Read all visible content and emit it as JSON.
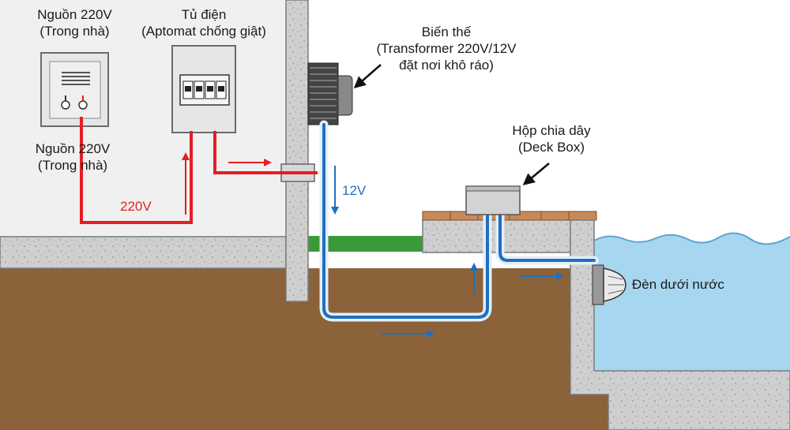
{
  "labels": {
    "power_source_top": {
      "line1": "Nguồn 220V",
      "line2": "(Trong nhà)"
    },
    "power_source_mid": {
      "line1": "Nguồn 220V",
      "line2": "(Trong nhà)"
    },
    "breaker_panel": {
      "line1": "Tủ điện",
      "line2": "(Aptomat chống giật)"
    },
    "transformer": {
      "line1": "Biến thế",
      "line2": "(Transformer 220V/12V",
      "line3": "đặt nơi khô ráo)"
    },
    "deck_box": {
      "line1": "Hộp chia dây",
      "line2": "(Deck Box)"
    },
    "pool_light": "Đèn dưới nước",
    "voltage_220": "220V",
    "voltage_12": "12V"
  },
  "colors": {
    "wire_220v": "#e31e24",
    "wire_12v": "#1f6fc0",
    "soil": "#8b6239",
    "concrete": "#cfcfcf",
    "grass": "#3a9a3a",
    "water": "#a7d7f0",
    "deck": "#c8895a"
  }
}
